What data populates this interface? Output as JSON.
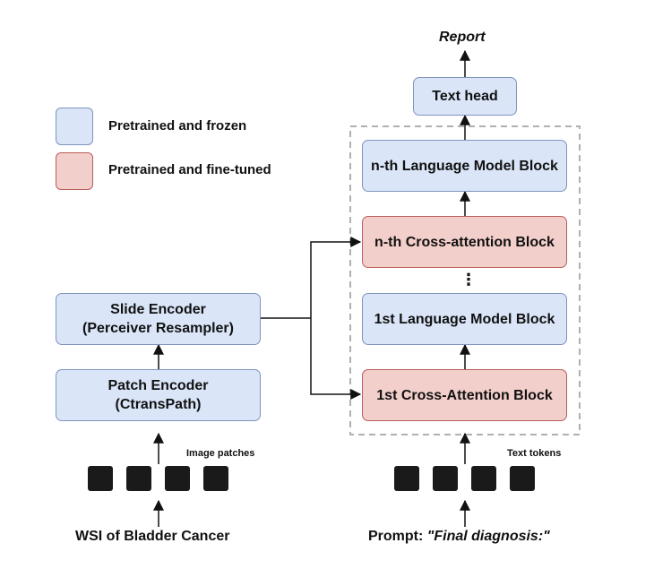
{
  "legend": {
    "frozen_label": "Pretrained and frozen",
    "tuned_label": "Pretrained and fine-tuned",
    "frozen_color": "#dae6f8",
    "tuned_color": "#f3cfcb"
  },
  "output": {
    "label": "Report"
  },
  "decoder": {
    "text_head": "Text head",
    "nth_lm_block": "n-th Language Model Block",
    "nth_cross_attention": "n-th Cross-attention Block",
    "ellipsis": "⋮",
    "first_lm_block": "1st Language Model Block",
    "first_cross_attention": "1st Cross-Attention Block"
  },
  "encoder": {
    "slide_encoder": "Slide Encoder\n(Perceiver Resampler)",
    "patch_encoder": "Patch Encoder\n(CtransPath)"
  },
  "inputs": {
    "image_patches_label": "Image patches",
    "text_tokens_label": "Text tokens",
    "wsi_label": "WSI of Bladder Cancer",
    "prompt_prefix": "Prompt:",
    "prompt_text": "\"Final diagnosis:\""
  }
}
